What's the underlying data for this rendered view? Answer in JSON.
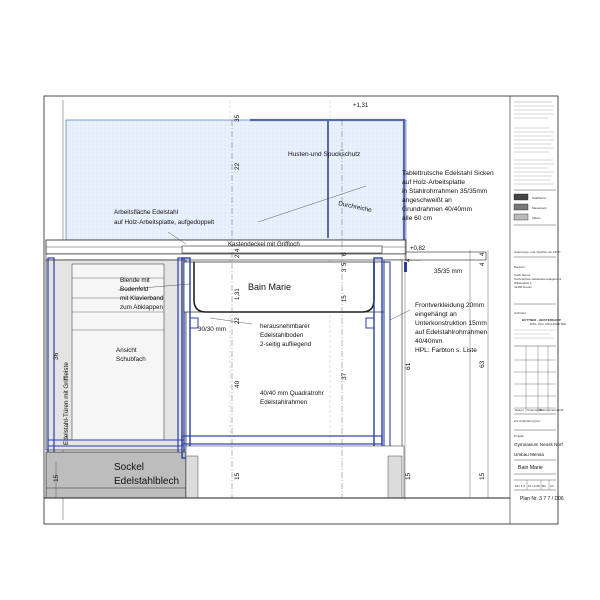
{
  "drawing": {
    "dim_top": "+1,31",
    "dim_right": "+0,82",
    "labels": {
      "arbeitsflaeche": [
        "Arbeitsfläche Edelstahl",
        "auf Holz-Arbeitsplatte, aufgedoppelt"
      ],
      "husten": "Husten-und Spuckschutz",
      "tablett": [
        "Tablettrutsche Edelstahl Sicken",
        "auf Holz-Arbeitsplatte",
        "in Stahlrohrrahmen 35/35mm",
        "angeschweißt an",
        "Grundrahmen 40/40mm",
        "alle 60 cm"
      ],
      "durchreiche": "Durchreiche",
      "kastendeckel": "Kastendeckel mit Griffloch",
      "bain_marie": "Bain Marie",
      "blende": [
        "Blende mit",
        "Bodenfeld",
        "mit Klavierband",
        "zum Abklappen"
      ],
      "profile_30": "30/30 mm",
      "profile_35": "35/35 mm",
      "edelstahlboden": [
        "herausnehmbarer",
        "Edelstahlboden",
        "2-seitig aufliegend"
      ],
      "quadratrohr": [
        "40/40 mm Quadratrohr",
        "Edelstahlrahmen"
      ],
      "frontverkleidung": [
        "Frontverkleidung 20mm",
        "eingehängt an",
        "Unterkonstruktion 15mm",
        "auf Edelstahlrohrrahmen",
        "40/40mm",
        "HPL: Farbton s. Liste"
      ],
      "ansicht": [
        "Ansicht",
        "Schubfach"
      ],
      "tueren": "Edelstahl-Türen mit Griffleiste",
      "sockel": [
        "Sockel",
        "Edelstahlblech"
      ]
    },
    "dims": {
      "d22a": "22",
      "d35": "35",
      "d4": "4",
      "d2": "2",
      "d1_31": "1,31",
      "d22b": "22",
      "d15": "15",
      "d40": "40",
      "d37": "37",
      "d61": "61",
      "d63": "63",
      "d36": "36",
      "d15b": "15",
      "d15c": "15",
      "d15d": "15",
      "d4b": "4",
      "d4c": "4",
      "d4d": "4",
      "d15e": "15",
      "d6": "6",
      "d5": "5",
      "d3": "3"
    }
  },
  "title_block": {
    "legend": [
      "Stahlbeton",
      "Mauerwerk",
      "Altbau"
    ],
    "sections": [
      "Änderungs- und Tipfehler ab 24/7P",
      "Bauherr:",
      "Architekt:",
      "Zur Ausführung frei:",
      "Projekt:"
    ],
    "bauherr": [
      "Stadt Neuss",
      "Technisches Gebäudemanagement",
      "Willetsplatz 1",
      "41460 Neuss"
    ],
    "architekt": [
      "BÜTTNER · HEISTERKAMP",
      "DIPL. ING. ARCHITEKTEN"
    ],
    "signature_cols": [
      "Datum",
      "Unterschrift",
      "Datum",
      "Unterschrift"
    ],
    "projekt": [
      "Gymnasium Neuss Norf",
      "Umbau Mensa"
    ],
    "plan_title": "Bain Marie",
    "row_values": [
      "Mm 1:5",
      "15.12.08",
      "BU",
      "A3"
    ],
    "plan_nr": "Plan Nr. 3 7 7 / D06"
  }
}
